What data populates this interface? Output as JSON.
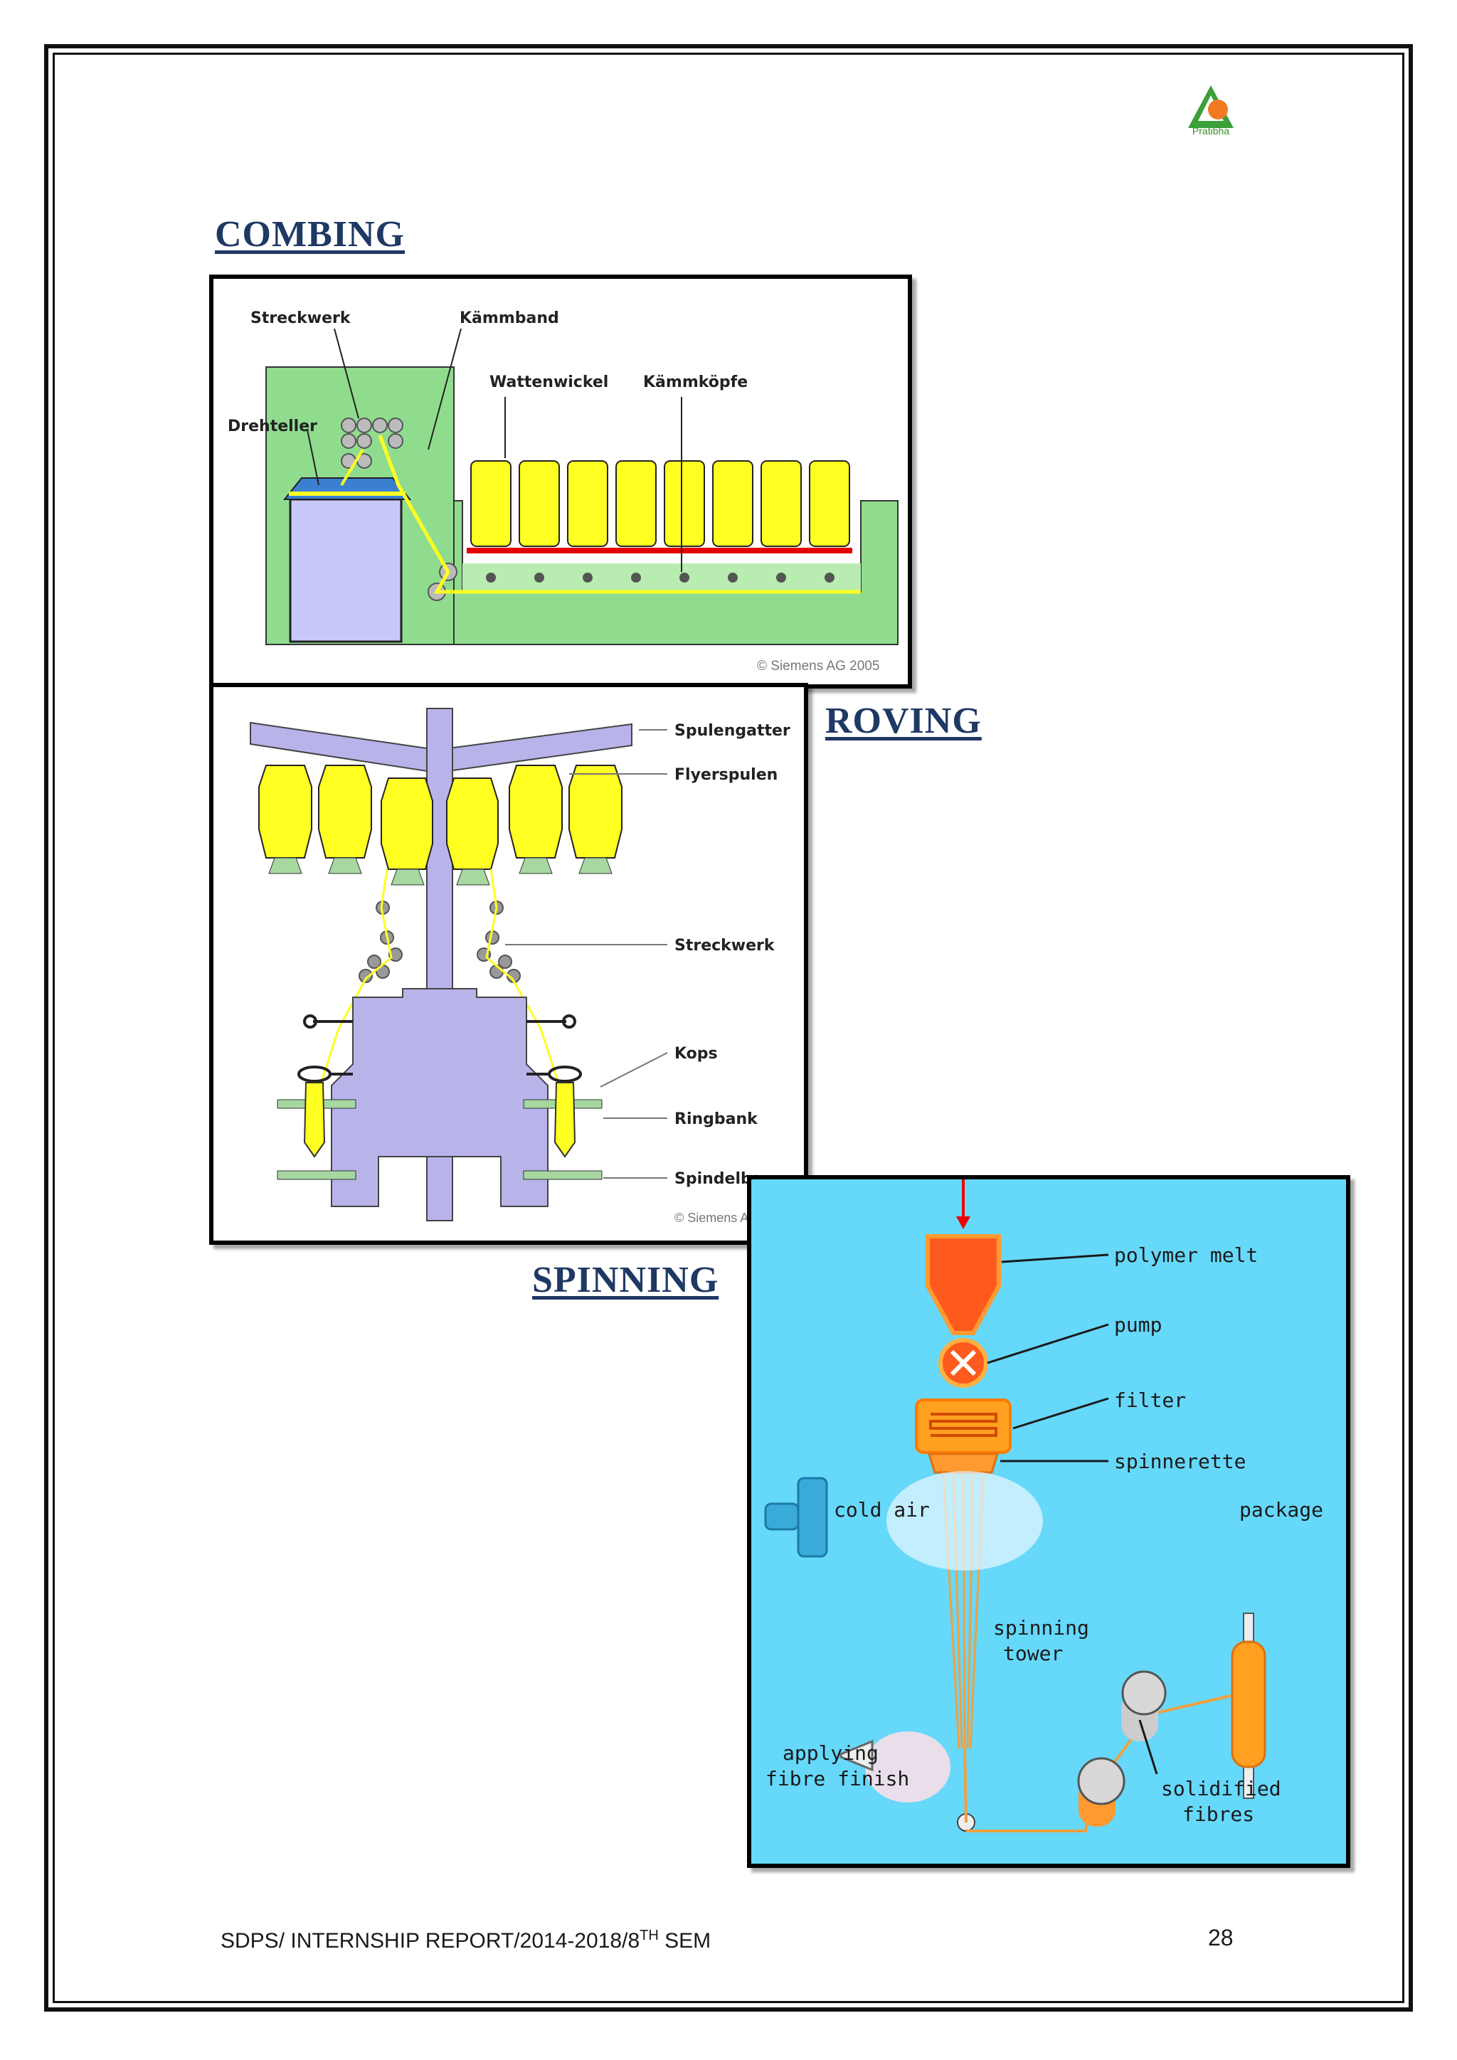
{
  "logo": {
    "text": "Pratibha",
    "icon": "pratibha-logo"
  },
  "headings": {
    "combing": "COMBING",
    "roving": "ROVING",
    "spinning": "SPINNING"
  },
  "combing_figure": {
    "labels": {
      "streckwerk": "Streckwerk",
      "kammband": "Kämmband",
      "wattenwickel": "Wattenwickel",
      "kammkopfe": "Kämmköpfe",
      "drehteller": "Drehteller"
    },
    "copyright": "© Siemens AG 2005",
    "colors": {
      "machine": "#90dc8e",
      "can": "#c8c8f8",
      "cap": "#3a7fd0",
      "yellow": "#ffff22",
      "red": "#e40000"
    }
  },
  "roving_figure": {
    "labels": {
      "spulengatter": "Spulengatter",
      "flyerspulen": "Flyerspulen",
      "streckwerk": "Streckwerk",
      "kops": "Kops",
      "ringbank": "Ringbank",
      "spindelbank": "Spindelba"
    },
    "copyright": "© Siemens A",
    "colors": {
      "frame": "#b8b4ea",
      "bobbin": "#ffff22",
      "base": "#a6d8a0"
    }
  },
  "spinning_figure": {
    "labels": {
      "polymer_melt": "polymer melt",
      "pump": "pump",
      "filter": "filter",
      "spinnerette": "spinnerette",
      "cold_air_1": "cold air",
      "package": "package",
      "spinning_tower_1": "spinning",
      "spinning_tower_2": "tower",
      "applying_1": "applying",
      "applying_2": "fibre finish",
      "solidified_1": "solidified",
      "solidified_2": "fibres"
    },
    "colors": {
      "background": "#66d8fa",
      "melt": "#ff5a1e",
      "fibre": "#f0a040"
    }
  },
  "footer": {
    "report": "SDPS/ INTERNSHIP REPORT/2014-2018/8",
    "sup": "TH",
    "sem": " SEM",
    "page": "28"
  }
}
